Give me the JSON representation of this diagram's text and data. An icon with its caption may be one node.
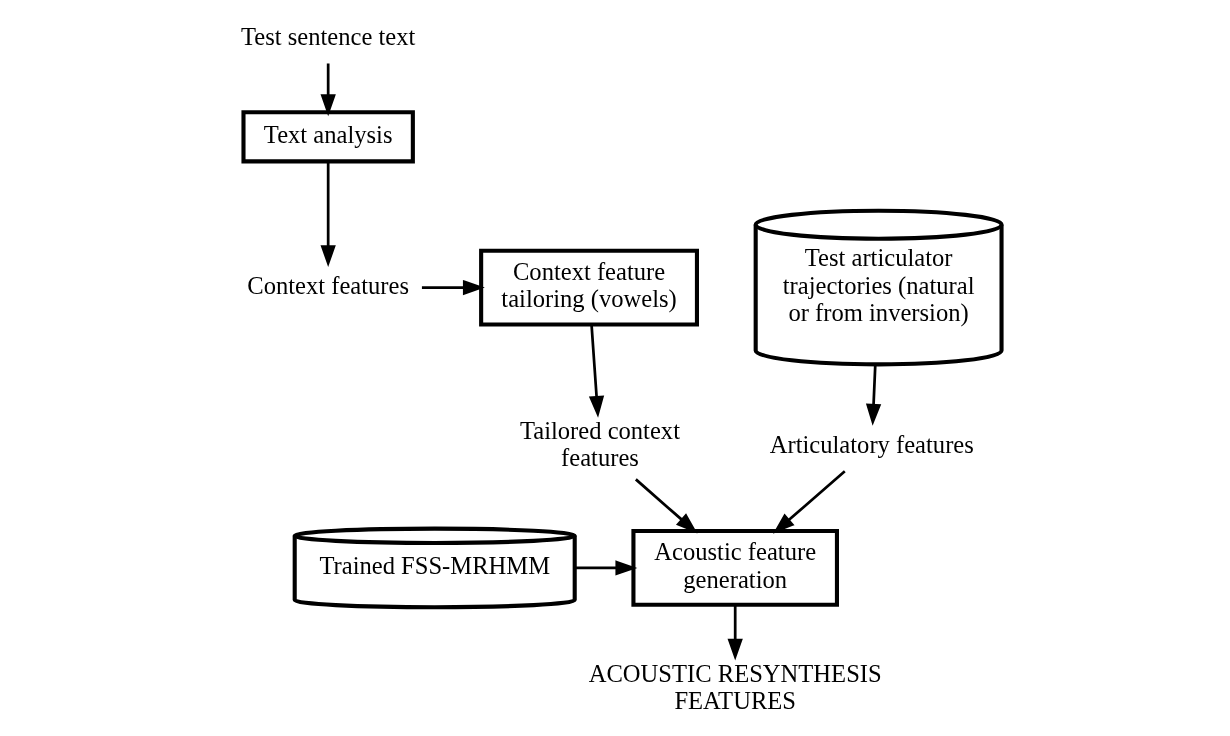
{
  "diagram": {
    "nodes": [
      {
        "text": [
          "Test sentence text"
        ]
      },
      {
        "text": [
          "Text analysis"
        ]
      },
      {
        "text": [
          "Context features"
        ]
      },
      {
        "text": [
          "Context feature tailoring (vowels)"
        ]
      },
      {
        "text": [
          "Test articulator trajectories (natural or from inversion)"
        ]
      },
      {
        "text": [
          "Tailored context features"
        ]
      },
      {
        "text": [
          "Articulatory features"
        ]
      },
      {
        "text": [
          "Trained FSS-MRHMM"
        ]
      },
      {
        "text": [
          "Acoustic feature generation"
        ]
      },
      {
        "text": [
          "ACOUSTIC RESYNTHESIS FEATURES"
        ]
      }
    ],
    "edges": [
      {
        "from": 0,
        "to": 1,
        "arrow": "to"
      },
      {
        "from": 1,
        "to": 2,
        "arrow": "to"
      },
      {
        "from": 2,
        "to": 3,
        "arrow": "to"
      },
      {
        "from": 3,
        "to": 5,
        "arrow": "to"
      },
      {
        "from": 4,
        "to": 6,
        "arrow": "to"
      },
      {
        "from": 5,
        "to": 8,
        "arrow": "to"
      },
      {
        "from": 6,
        "to": 8,
        "arrow": "to"
      },
      {
        "from": 7,
        "to": 8,
        "arrow": "to"
      },
      {
        "from": 8,
        "to": 9,
        "arrow": "to"
      }
    ]
  }
}
